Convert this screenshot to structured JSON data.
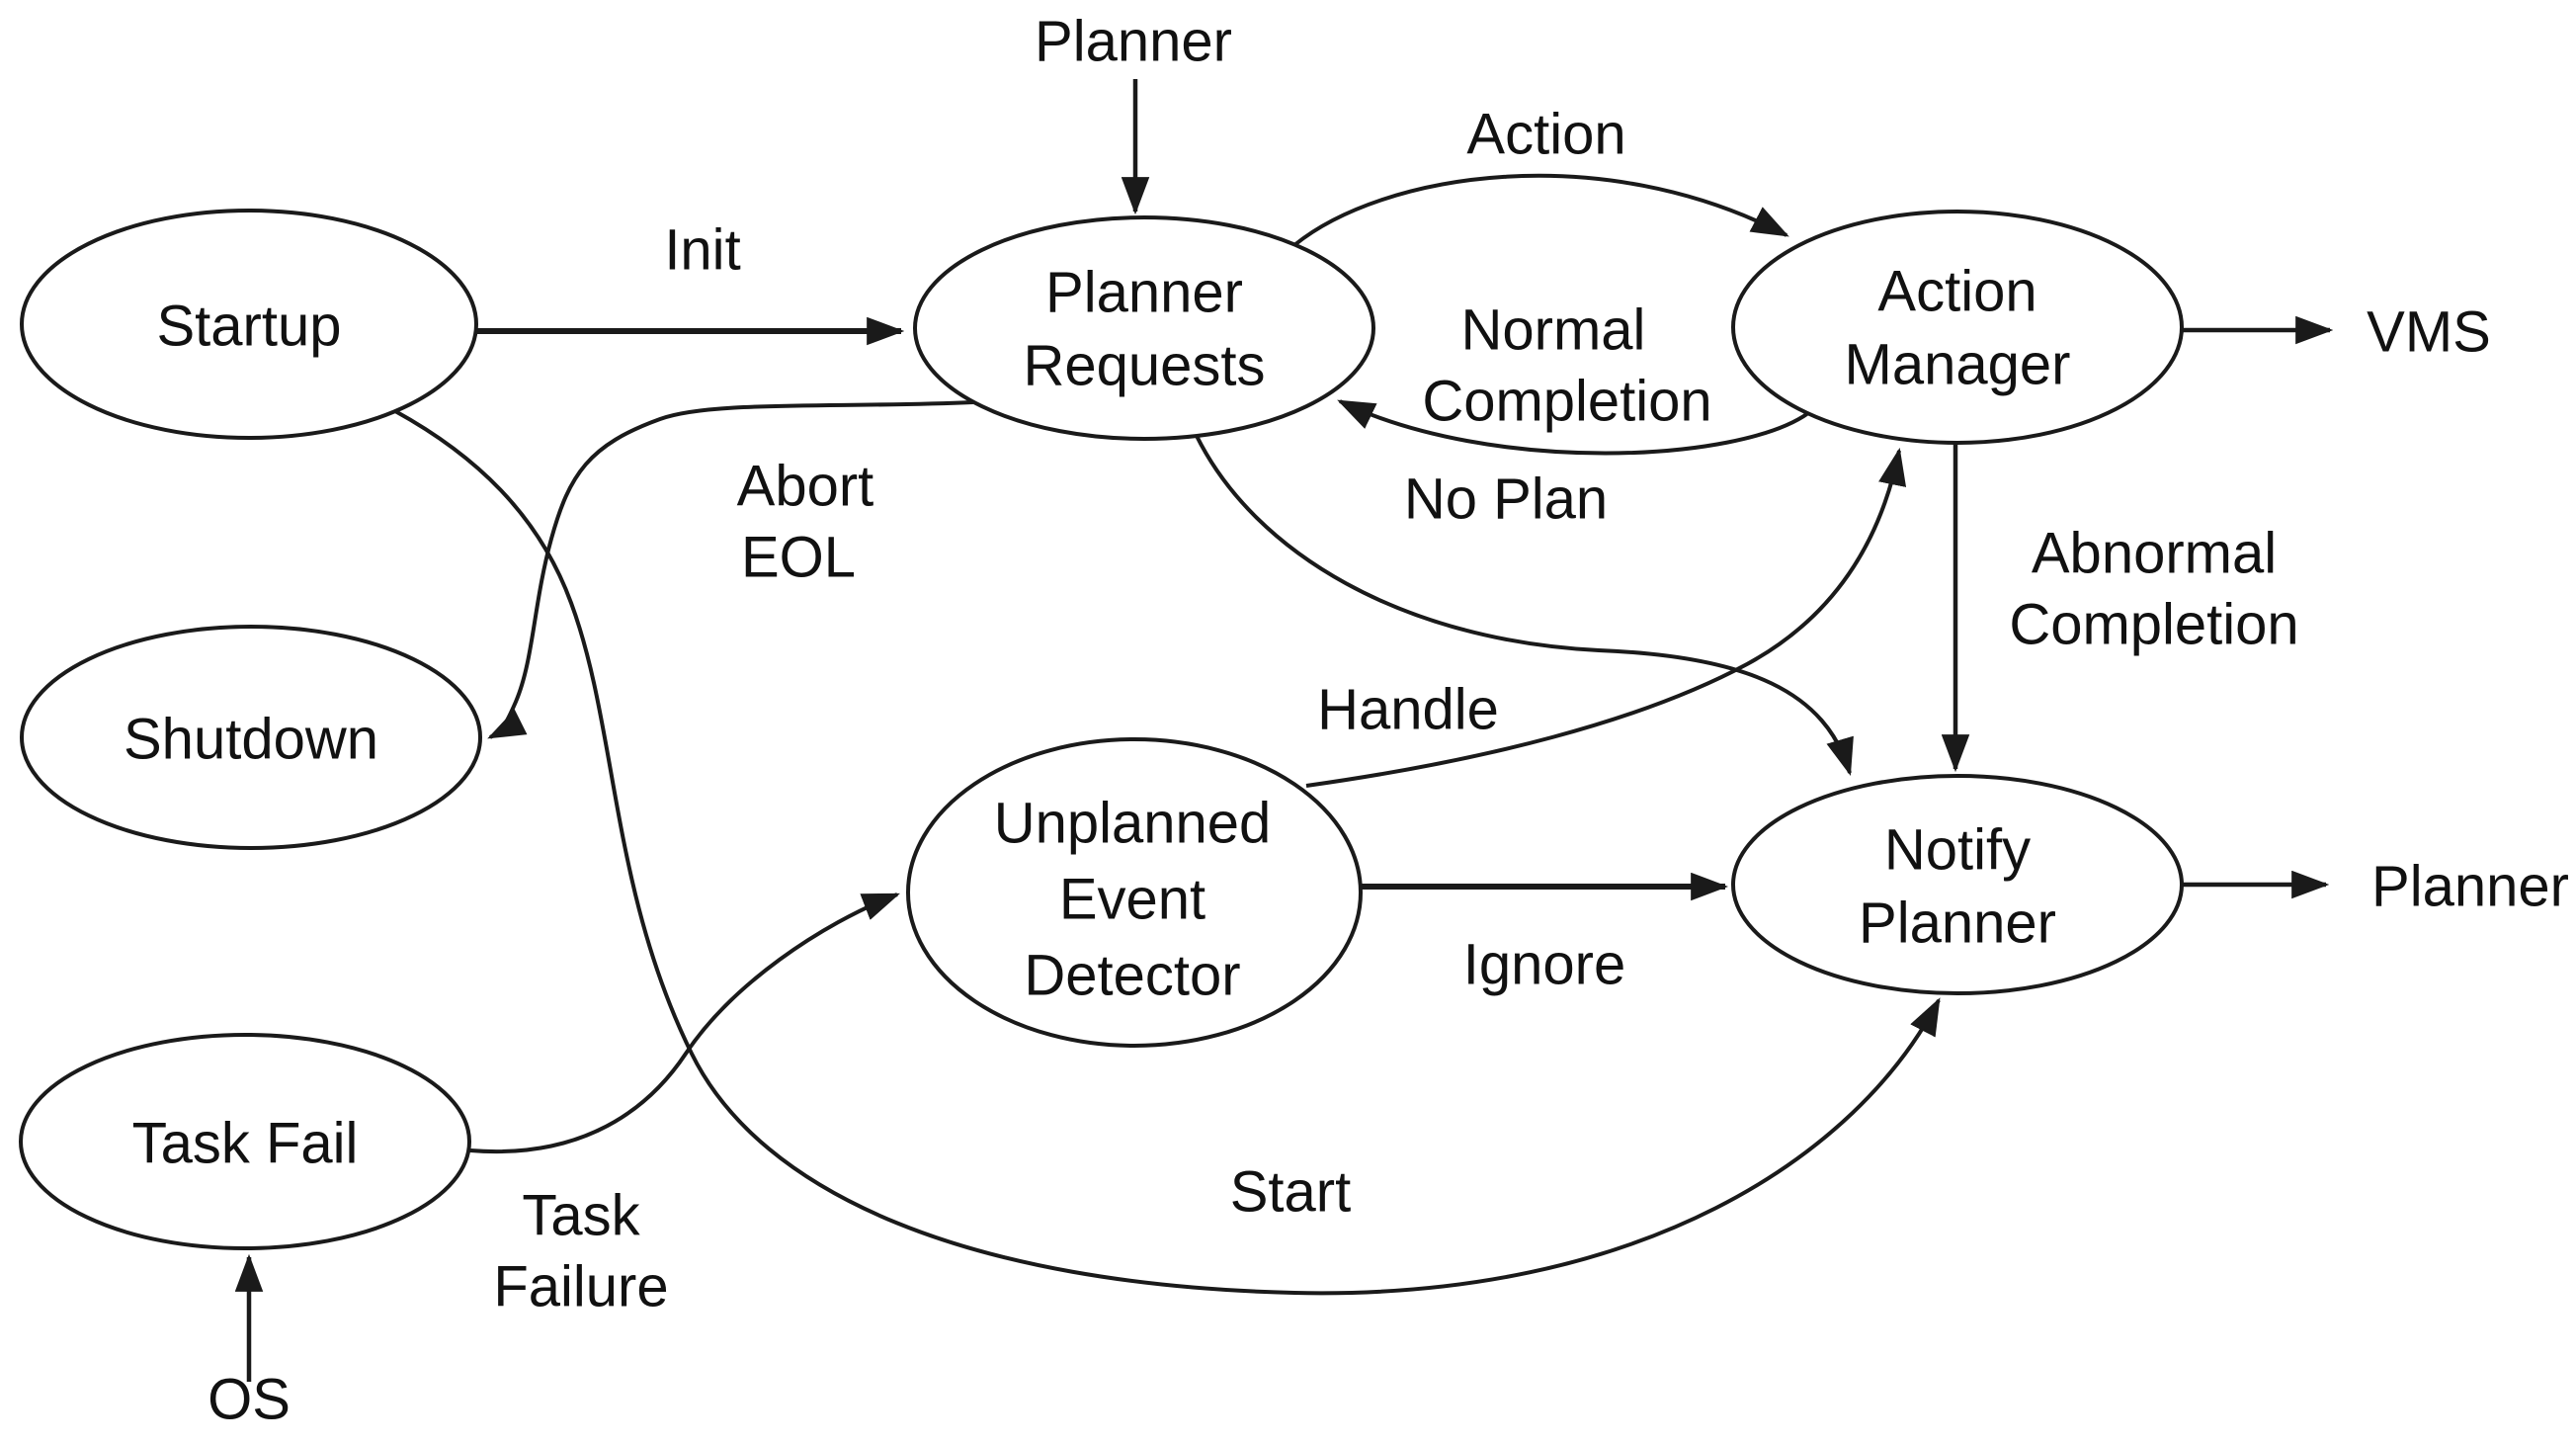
{
  "diagram": {
    "type": "state-transition-diagram",
    "background_color": "#ffffff",
    "line_color": "#1a1a1a",
    "text_color": "#111111",
    "nodes": {
      "startup": {
        "label": "Startup"
      },
      "shutdown": {
        "label": "Shutdown"
      },
      "task_fail": {
        "label": "Task Fail"
      },
      "planner_requests": {
        "lines": [
          "Planner",
          "Requests"
        ]
      },
      "action_manager": {
        "lines": [
          "Action",
          "Manager"
        ]
      },
      "unplanned_event_detector": {
        "lines": [
          "Unplanned",
          "Event",
          "Detector"
        ]
      },
      "notify_planner": {
        "lines": [
          "Notify",
          "Planner"
        ]
      }
    },
    "external_labels": {
      "planner_top": "Planner",
      "vms": "VMS",
      "planner_right": "Planner",
      "os": "OS"
    },
    "edges": {
      "init": {
        "from": "Startup",
        "to": "Planner Requests",
        "label": "Init"
      },
      "planner_input": {
        "from": "Planner",
        "to": "Planner Requests",
        "label": ""
      },
      "action": {
        "from": "Planner Requests",
        "to": "Action Manager",
        "label": "Action"
      },
      "normal_completion": {
        "from": "Action Manager",
        "to": "Planner Requests",
        "lines": [
          "Normal",
          "Completion"
        ]
      },
      "vms_out": {
        "from": "Action Manager",
        "to": "VMS",
        "label": ""
      },
      "abnormal_completion": {
        "from": "Action Manager",
        "to": "Notify Planner",
        "lines": [
          "Abnormal",
          "Completion"
        ]
      },
      "no_plan": {
        "from": "Planner Requests",
        "to": "Notify Planner",
        "label": "No Plan"
      },
      "handle": {
        "from": "Unplanned Event Detector",
        "to": "Action Manager",
        "label": "Handle"
      },
      "ignore": {
        "from": "Unplanned Event Detector",
        "to": "Notify Planner",
        "label": "Ignore"
      },
      "task_failure": {
        "from": "Task Fail",
        "to": "Unplanned Event Detector",
        "lines": [
          "Task",
          "Failure"
        ]
      },
      "start": {
        "from": "Startup",
        "to": "Notify Planner",
        "label": "Start"
      },
      "abort_eol": {
        "from": "Planner Requests",
        "to": "Shutdown",
        "lines": [
          "Abort",
          "EOL"
        ]
      },
      "os_input": {
        "from": "OS",
        "to": "Task Fail",
        "label": ""
      },
      "planner_out": {
        "from": "Notify Planner",
        "to": "Planner",
        "label": ""
      }
    }
  }
}
